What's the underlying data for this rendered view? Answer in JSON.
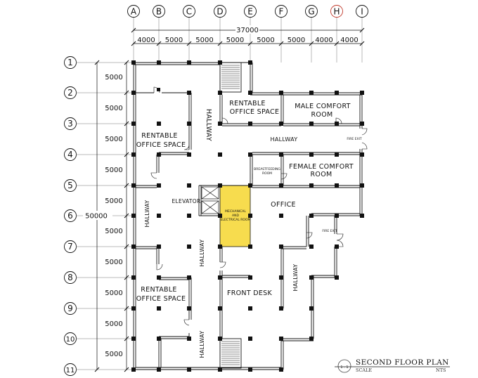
{
  "grid": {
    "columns": [
      "A",
      "B",
      "C",
      "D",
      "E",
      "F",
      "G",
      "H",
      "I"
    ],
    "rows": [
      "1",
      "2",
      "3",
      "4",
      "5",
      "6",
      "7",
      "8",
      "9",
      "10",
      "11"
    ]
  },
  "dimensions": {
    "overall_width": "37000",
    "overall_height": "50000",
    "column_spacings": [
      "4000",
      "5000",
      "5000",
      "5000",
      "5000",
      "5000",
      "4000",
      "4000"
    ],
    "row_spacings": [
      "5000",
      "5000",
      "5000",
      "5000",
      "5000",
      "5000",
      "5000",
      "5000",
      "5000",
      "5000"
    ]
  },
  "rooms": {
    "rentable_top": [
      "RENTABLE",
      "OFFICE SPACE"
    ],
    "male_comfort": [
      "MALE COMFORT",
      "ROOM"
    ],
    "rentable_left": [
      "RENTABLE",
      "OFFICE SPACE"
    ],
    "hallway_right": "HALLWAY",
    "fire_exit_top": "FIRE EXIT",
    "breastfeeding": [
      "BREASTFEEDING",
      "ROOM"
    ],
    "female_comfort": [
      "FEMALE COMFORT",
      "ROOM"
    ],
    "elevator": "ELEVATOR",
    "mechanical": [
      "MECHANICAL",
      "AND",
      "ELECTRICAL ROOM"
    ],
    "office": "OFFICE",
    "fire_exit_mid": "FIRE EXIT",
    "front_desk": "FRONT DESK",
    "rentable_bottom": [
      "RENTABLE",
      "OFFICE SPACE"
    ],
    "hallway_vertical": "HALLWAY"
  },
  "title_block": {
    "title": "SECOND FLOOR PLAN",
    "scale_label": "SCALE",
    "scale_value": "NTS",
    "scale_symbol": "1 : 1"
  },
  "colors": {
    "mechanical_fill": "#f7dc4e",
    "line": "#111111",
    "bubble_h": "#c0392b"
  }
}
